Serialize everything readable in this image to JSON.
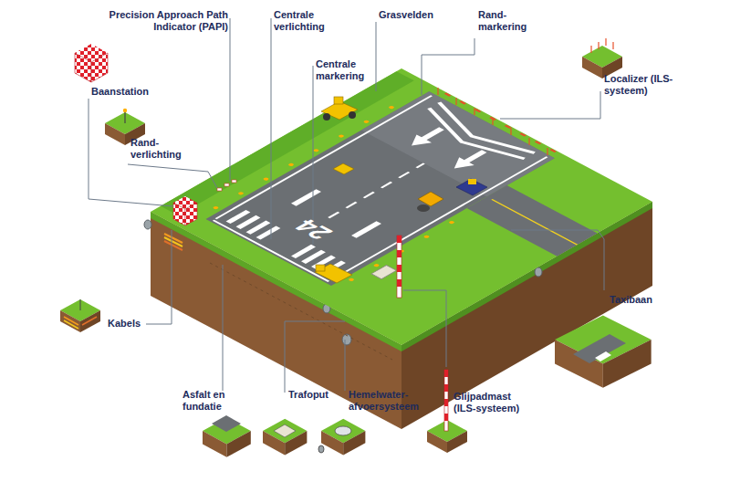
{
  "diagram": {
    "labels": [
      "Precision Approach Path Indicator (PAPI)",
      "Centrale verlichting",
      "Grasvelden",
      "Rand- markering",
      "Localizer (ILS-systeem)",
      "Baanstation",
      "Rand- verlichting",
      "Centrale markering",
      "Kabels",
      "Taxibaan",
      "Asfalt en fundatie",
      "Trafoput",
      "Hemelwater- afvoersysteem",
      "Glijpadmast (ILS-systeem)",
      "24"
    ]
  }
}
